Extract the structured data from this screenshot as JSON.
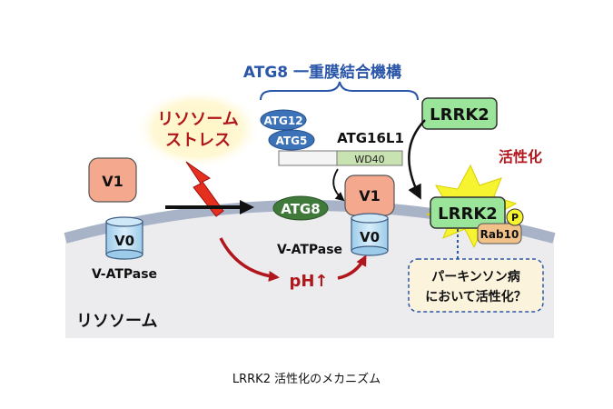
{
  "top_label": "ATG8 一重膜結合機構",
  "stress_line1": "リソソーム",
  "stress_line2": "ストレス",
  "v1_label": "V1",
  "v0_label": "V0",
  "v1_right_label": "V1",
  "v0_right_label": "V0",
  "vatpase_left": "V-ATPase",
  "vatpase_right": "V-ATPase",
  "atg12": "ATG12",
  "atg5": "ATG5",
  "atg16l1": "ATG16L1",
  "wd40": "WD40",
  "atg8": "ATG8",
  "ph_label": "pH↑",
  "lrrk2_top": "LRRK2",
  "lrrk2_active": "LRRK2",
  "activation": "活性化",
  "p_label": "P",
  "rab10": "Rab10",
  "callout_line1": "パーキンソン病",
  "callout_line2": "において活性化？",
  "lysosome_label": "リソソーム",
  "caption": "LRRK2 活性化のメカニズム",
  "colors": {
    "title_blue": "#2a56a8",
    "dark_red": "#b0161c",
    "v_subunit": "#f4a98e",
    "v0_blue": "#b9dcf2",
    "atg_blue": "#3c72b8",
    "atg8_green": "#3f7a3a",
    "lrrk2_green": "#9be59a",
    "rab10_tan": "#f0c28a",
    "burst_yellow": "#f6f330",
    "membrane": "#a9b3c7",
    "lumen": "#ececef",
    "callout_bg": "#fbf3dc"
  }
}
